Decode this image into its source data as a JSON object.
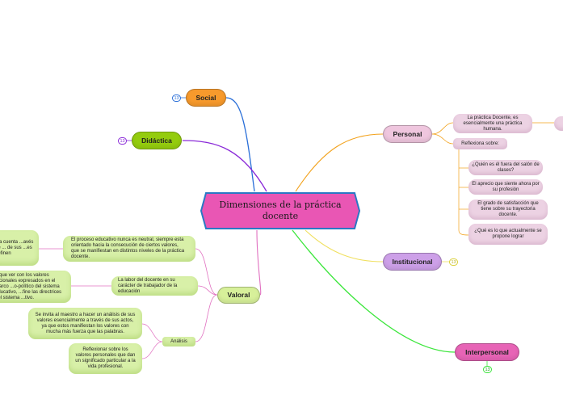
{
  "central": {
    "title": "Dimensiones de la práctica docente"
  },
  "colors": {
    "social": "#f79a2c",
    "didactica": "#94cc0e",
    "valoral": "#d7f09a",
    "personal": "#efc6de",
    "institucional": "#cda0e8",
    "interpersonal": "#e764b6",
    "central_fill": "#e956b4",
    "central_border": "#2a78c4"
  },
  "branches": {
    "social": {
      "label": "Social",
      "count": "13"
    },
    "didactica": {
      "label": "Didáctica",
      "count": "13"
    },
    "valoral": {
      "label": "Valoral"
    },
    "personal": {
      "label": "Personal"
    },
    "institucional": {
      "label": "Institucional",
      "count": "13"
    },
    "interpersonal": {
      "label": "Interpersonal",
      "count": "13"
    }
  },
  "personal": {
    "definition": "La práctica Docente, es esencialmente una práctica humana.",
    "reflexiona_label": "Reflexiona sobre:",
    "questions": [
      "¿Quién es él fuera del salón de clases?",
      "El aprecio que siente ahora por su profesión",
      "El grado de satisfacción que tiene sobre su trayectoria docente.",
      "¿Qué es lo que actualmente se propone lograr"
    ]
  },
  "valoral": {
    "item1": "El proceso educativo nunca es neutral, siempre esta orientado hacia la consecución de ciertos valores, que se manifiestan en distintos niveles de la práctica docente.",
    "item1_child": "...a cuenta ...avés de ... de sus ...es definen",
    "item2": "La labor del docente en su carácter de trabajador de la educación",
    "item2_child": "...que ver con los valores ...cionales expresados en el marco ...o-político del sistema educativo, ...fine las directrices del sistema ...tivo.",
    "analisis_label": "Análisis",
    "analisis_1": "Se invita al maestro a hacer un análisis de sus valores esencialmente a través de sus actos, ya que estos manifiestan los valores con mucha más fuerza que las palabras.",
    "analisis_2": "Reflexionar sobre los valores personales que dan un significado particular a la vida profesional."
  }
}
